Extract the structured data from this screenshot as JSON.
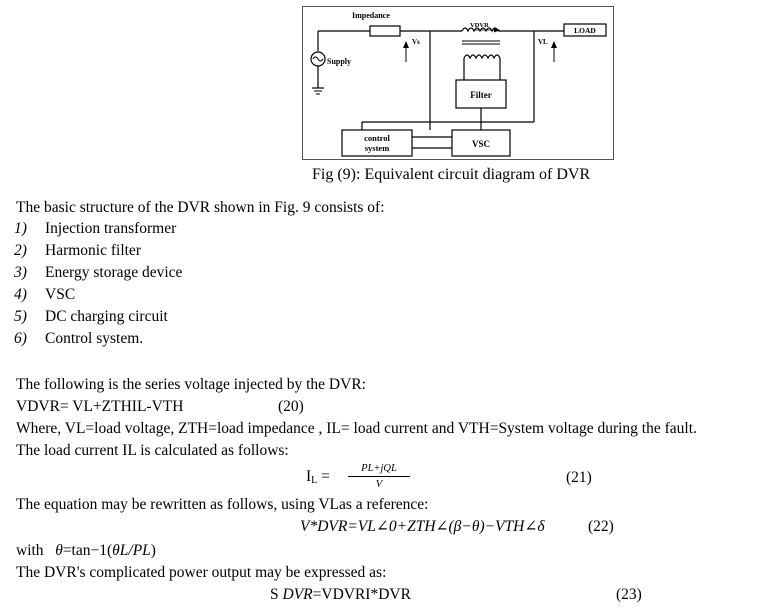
{
  "figure": {
    "labels": {
      "impedance": "Impedance",
      "vdvr": "VDVR",
      "load": "LOAD",
      "vs": "Vs",
      "vl": "VL",
      "supply": "Supply",
      "filter": "Filter",
      "control_line1": "control",
      "control_line2": "system",
      "vsc": "VSC"
    },
    "caption": "Fig (9): Equivalent circuit diagram of DVR"
  },
  "intro": "The basic structure of the DVR shown in Fig. 9 consists of:",
  "list": [
    {
      "num": "1)",
      "text": "Injection transformer"
    },
    {
      "num": "2)",
      "text": "Harmonic filter"
    },
    {
      "num": "3)",
      "text": "Energy storage device"
    },
    {
      "num": "4)",
      "text": "VSC"
    },
    {
      "num": "5)",
      "text": "DC charging circuit"
    },
    {
      "num": "6)",
      "text": "Control system."
    }
  ],
  "p_series": "The following is the series voltage injected by the DVR:",
  "eq20": {
    "text": "VDVR= VL+ZTHIL-VTH",
    "num": "(20)"
  },
  "p_where": "Where, VL=load voltage, ZTH=load impedance , IL= load current and VTH=System voltage  during the fault.",
  "p_load": "The load current IL is calculated as follows:",
  "eq21": {
    "lhs_main": "I",
    "lhs_sub": "L",
    "eq": "=",
    "numerator": "PL+jQL",
    "denominator": "V",
    "num": "(21)"
  },
  "p_rewrite": "The equation may be rewritten as follows, using VLas a reference:",
  "eq22": {
    "text": "V*DVR=VL∠0+ZTH∠(β−θ)−VTH∠δ",
    "num": "(22)"
  },
  "p_with": {
    "lead": "with",
    "expr_a": "θ",
    "expr_b": "=tan−1(",
    "expr_c": "θL/PL",
    "expr_d": ")"
  },
  "p_complex": "The DVR's complicated power output may be expressed as:",
  "eq23": {
    "s": "S",
    "dvr_italic": "DVR",
    "rest": "=VDVRI*DVR",
    "num": "(23)"
  }
}
